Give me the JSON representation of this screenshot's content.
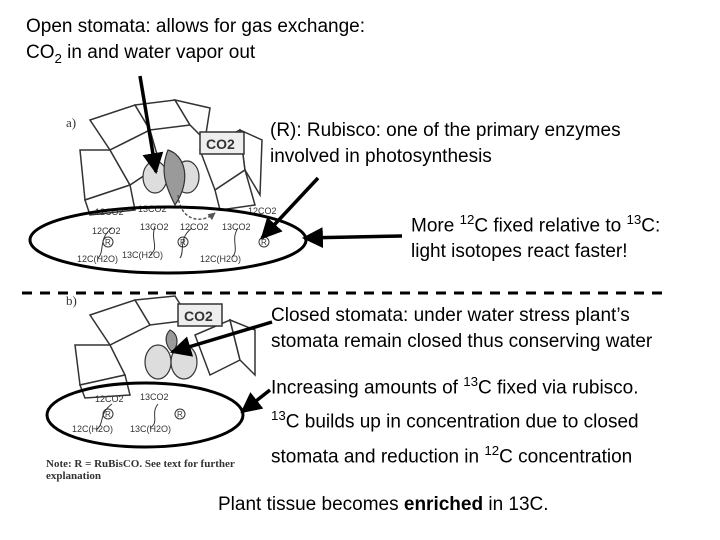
{
  "panel_a": {
    "label": "a)",
    "co2_box": "CO2",
    "text_top_line1": "Open stomata: allows for gas exchange:",
    "text_top_line2_prefix": "CO",
    "text_top_line2_sub": "2",
    "text_top_line2_suffix": " in and water vapor out",
    "rubisco_line1": "(R): Rubisco: one of the primary enzymes",
    "rubisco_line2": "involved in photosynthesis",
    "more12_a": "More ",
    "more12_sup1": "12",
    "more12_b": "C fixed relative to ",
    "more12_sup2": "13",
    "more12_c": "C:",
    "more12_line2": "light isotopes react faster!",
    "labels": {
      "c12co2_1": "12CO2",
      "c13co2_1": "13CO2",
      "c12co2_2": "12CO2",
      "c13co2_2": "13CO2",
      "c12co2_3": "12CO2",
      "c13co2_3": "13CO2",
      "c12co2_4": "12CO2",
      "c12h2o_1": "12C(H2O)",
      "c13h2o_1": "13C(H2O)",
      "c12h2o_2": "12C(H2O)",
      "r": "R"
    }
  },
  "panel_b": {
    "label": "b)",
    "co2_box": "CO2",
    "closed_line1": "Closed stomata: under water stress plant’s",
    "closed_line2": "stomata remain closed thus conserving water",
    "inc_a": "Increasing amounts of ",
    "inc_sup1": "13",
    "inc_b": "C fixed via rubisco.",
    "inc2_sup": "13",
    "inc2_b": "C builds up in concentration due to closed",
    "inc3_a": "stomata and reduction in ",
    "inc3_sup": "12",
    "inc3_b": "C concentration",
    "labels": {
      "c12co2_1": "12CO2",
      "c13co2_1": "13CO2",
      "c12h2o_1": "12C(H2O)",
      "c13h2o_1": "13C(H2O)",
      "r": "R"
    },
    "note_line1": "Note: R = RuBisCO. See text for further",
    "note_line2": "explanation"
  },
  "footer": {
    "prefix": "Plant tissue becomes ",
    "bold": "enriched",
    "suffix": " in 13C."
  }
}
